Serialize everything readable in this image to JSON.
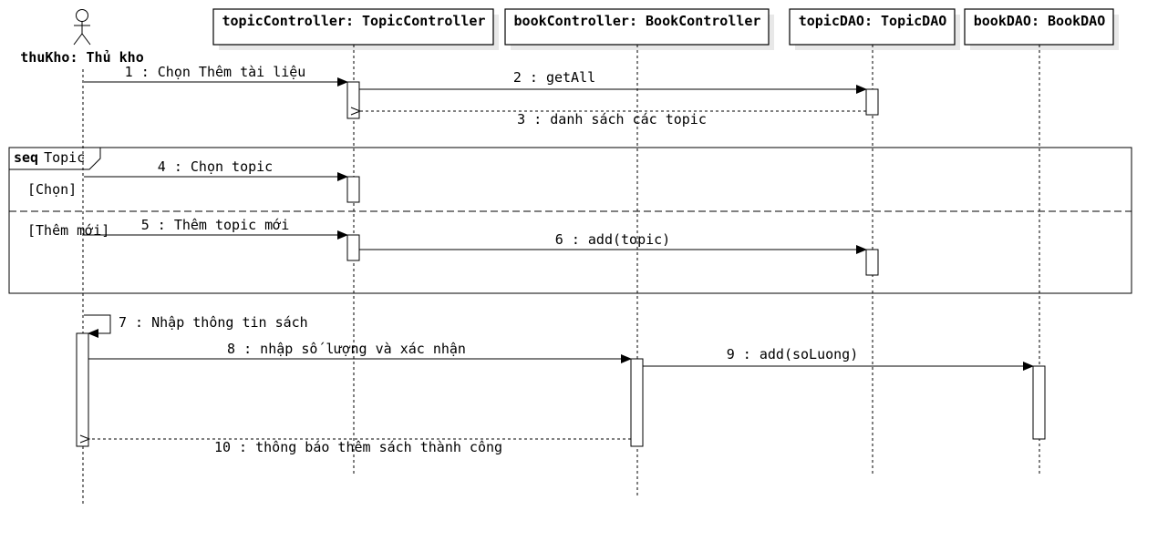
{
  "actor": {
    "label": "thuKho: Thủ kho"
  },
  "lifelines": [
    {
      "id": "topicController",
      "label": "topicController: TopicController"
    },
    {
      "id": "bookController",
      "label": "bookController: BookController"
    },
    {
      "id": "topicDAO",
      "label": "topicDAO: TopicDAO"
    },
    {
      "id": "bookDAO",
      "label": "bookDAO: BookDAO"
    }
  ],
  "fragment": {
    "keyword": "seq",
    "name": "Topic",
    "guards": [
      "[Chọn]",
      "[Thêm mới]"
    ]
  },
  "messages": [
    {
      "label": "1 : Chọn Thêm tài liệu",
      "type": "sync"
    },
    {
      "label": "2 : getAll",
      "type": "sync"
    },
    {
      "label": "3 : danh sách các topic",
      "type": "return"
    },
    {
      "label": "4 : Chọn topic",
      "type": "sync"
    },
    {
      "label": "5 : Thêm topic mới",
      "type": "sync"
    },
    {
      "label": "6 : add(topic)",
      "type": "sync"
    },
    {
      "label": "7 : Nhập thông tin sách",
      "type": "self"
    },
    {
      "label": "8 : nhập số lượng và xác nhận",
      "type": "sync"
    },
    {
      "label": "9 : add(soLuong)",
      "type": "sync"
    },
    {
      "label": "10 : thông báo thêm sách thành công",
      "type": "return"
    }
  ]
}
